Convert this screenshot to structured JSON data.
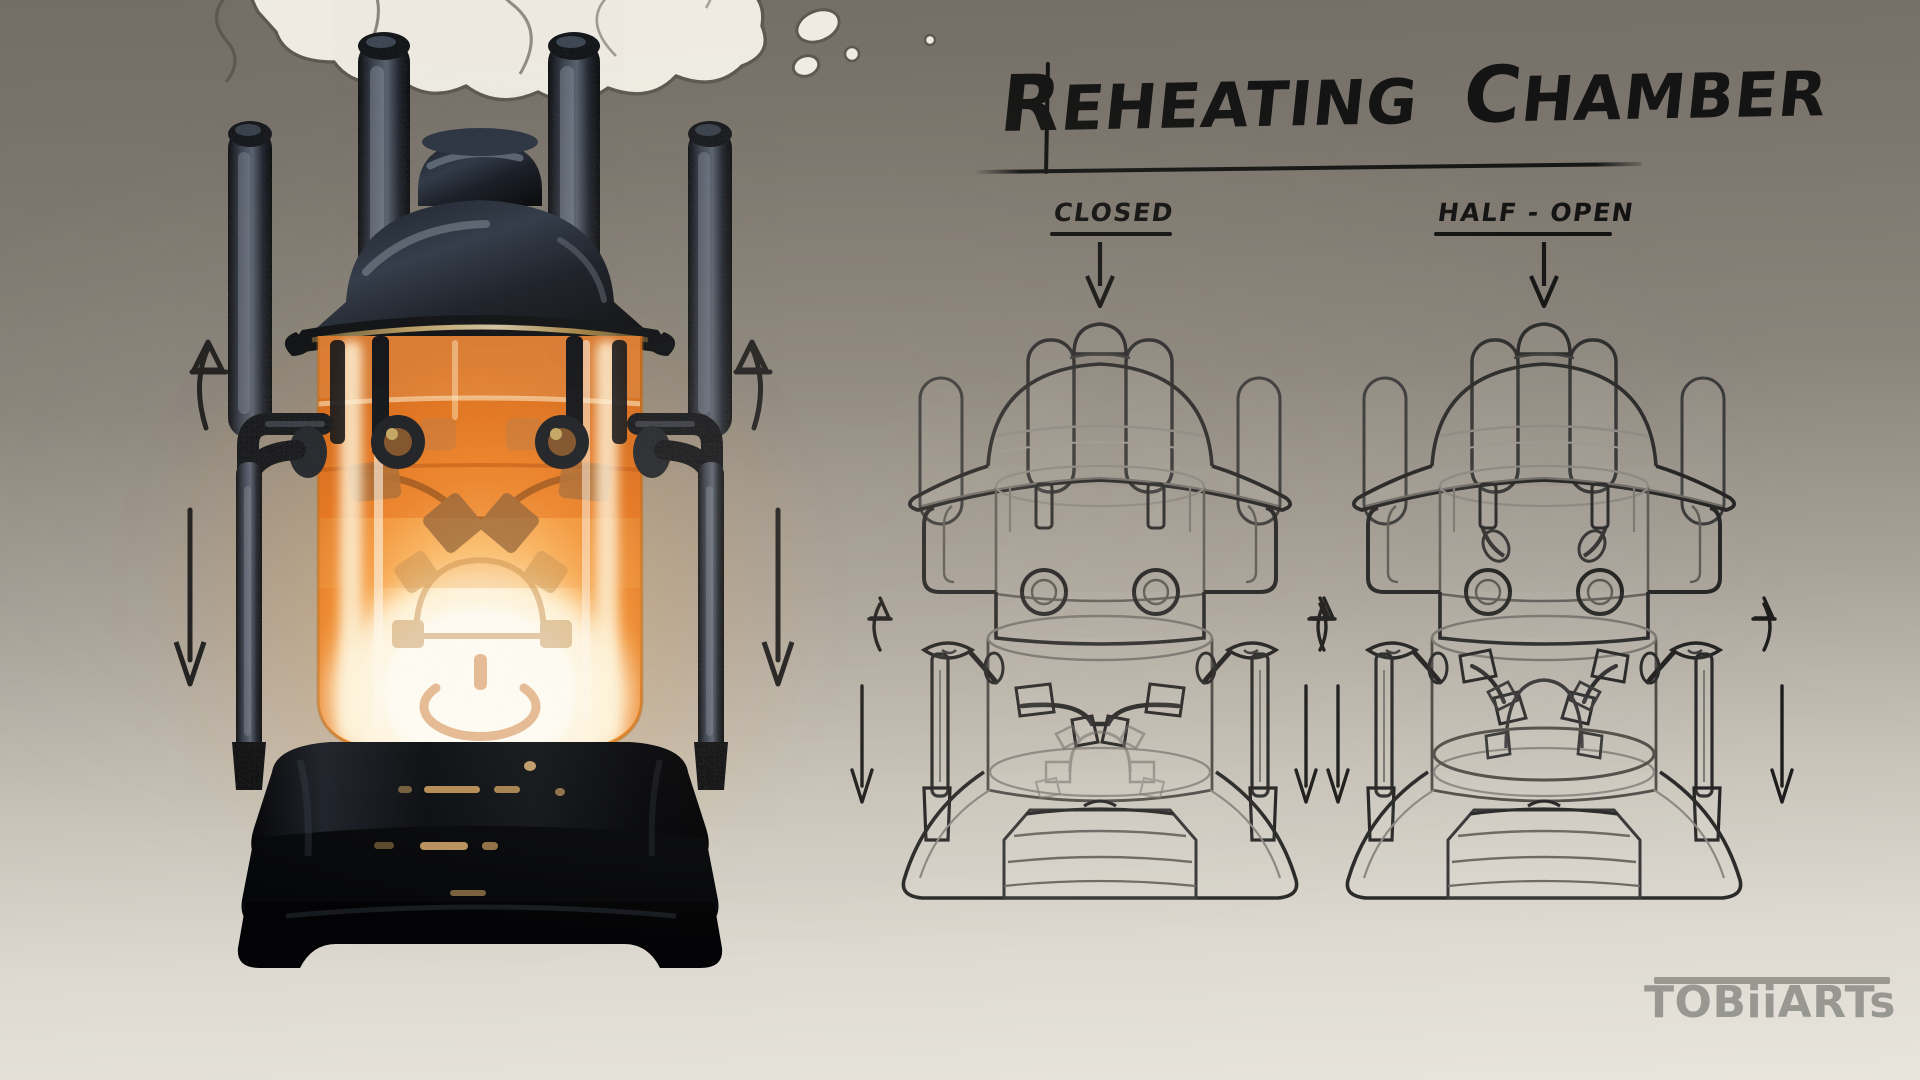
{
  "sheet": {
    "title": "REHEATING CHAMBER",
    "title_parts": {
      "word1_cap": "R",
      "word1_rest": "EHEATING",
      "word2_cap": "C",
      "word2_rest": "HAMBER"
    },
    "background_top_color": "#736d65",
    "background_bottom_color": "#e8e5dd",
    "ink_color": "#131313",
    "watermark": "TOBiiARTs",
    "watermark_parts": {
      "a": "T",
      "b": "O",
      "c": "B",
      "d": "ii",
      "e": "AR",
      "f": "T",
      "g": "s"
    },
    "watermark_color": "#8e8e88"
  },
  "painting": {
    "name": "reheating-chamber-lantern",
    "description": "Painted concept of a steampunk lantern-like reheating chamber, glowing orange glass core, dark navy-black metal housing, venting steam",
    "colors": {
      "metal_dark": "#0d0e12",
      "metal_mid": "#2a2f38",
      "metal_navy": "#2d3444",
      "metal_highlight": "#6e7686",
      "glass_orange": "#e8751c",
      "glass_orange_deep": "#d25f12",
      "glow_core": "#fff6dc",
      "glow_warm": "#ffc566",
      "brass": "#d9b066",
      "steam": "#f2efe6",
      "steam_outline": "#585450"
    },
    "glow_icon": "power-icon",
    "steam_label": "steam-plume",
    "rod_count": 4,
    "arrows": [
      {
        "name": "arrow-up-left",
        "direction": "up",
        "style": "curved"
      },
      {
        "name": "arrow-up-right",
        "direction": "up",
        "style": "curved"
      },
      {
        "name": "arrow-down-left",
        "direction": "down",
        "style": "straight"
      },
      {
        "name": "arrow-down-right",
        "direction": "down",
        "style": "straight"
      }
    ]
  },
  "schematics": [
    {
      "id": "closed",
      "label": "CLOSED",
      "name": "schematic-closed",
      "pointer": {
        "name": "down-arrow-indicator",
        "direction": "down"
      },
      "arrows": [
        {
          "name": "arrow-up-left",
          "direction": "up",
          "style": "curved"
        },
        {
          "name": "arrow-up-right",
          "direction": "up",
          "style": "curved"
        },
        {
          "name": "arrow-down-left",
          "direction": "down",
          "style": "straight"
        },
        {
          "name": "arrow-down-right",
          "direction": "down",
          "style": "straight"
        }
      ]
    },
    {
      "id": "half-open",
      "label": "HALF - OPEN",
      "name": "schematic-half-open",
      "pointer": {
        "name": "down-arrow-indicator",
        "direction": "down"
      },
      "arrows": [
        {
          "name": "arrow-up-left",
          "direction": "up",
          "style": "curved"
        },
        {
          "name": "arrow-up-right",
          "direction": "up",
          "style": "curved"
        },
        {
          "name": "arrow-down-left",
          "direction": "down",
          "style": "straight"
        },
        {
          "name": "arrow-down-right",
          "direction": "down",
          "style": "straight"
        }
      ]
    }
  ],
  "line_art": {
    "stroke_color": "#2a2a2a",
    "light_stroke_color": "#8b8781",
    "fill_color": "rgba(255,255,255,0.045)"
  }
}
